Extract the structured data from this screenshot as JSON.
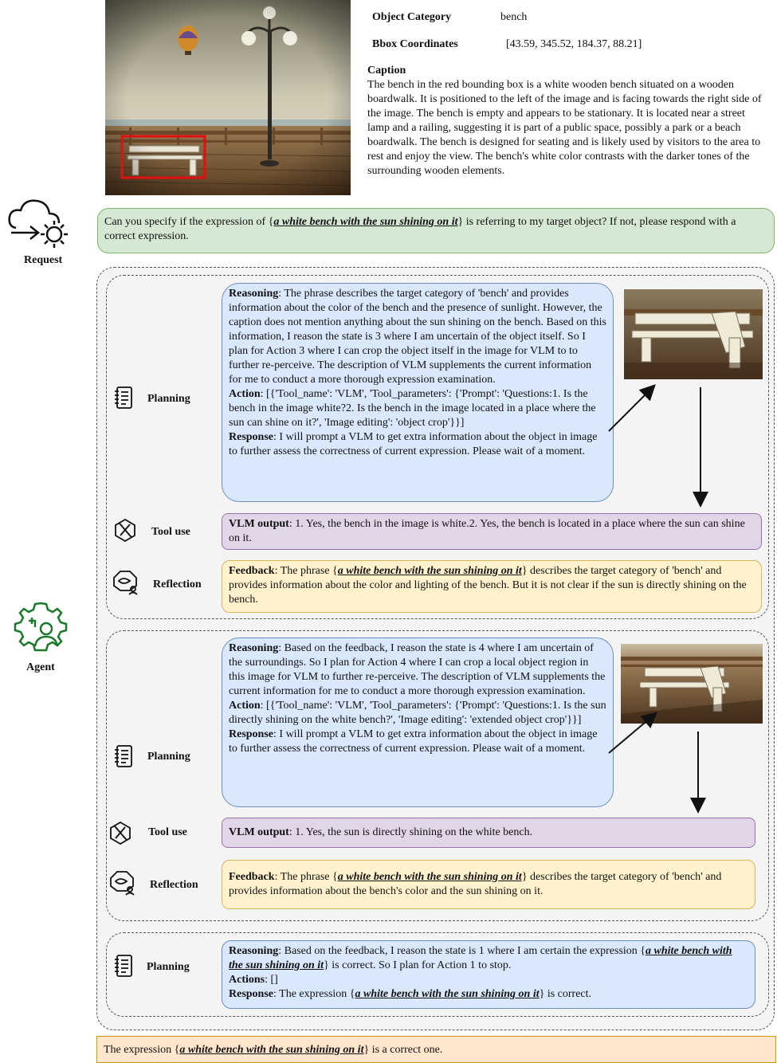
{
  "header": {
    "object_category_label": "Object Category",
    "object_category_value": "bench",
    "bbox_label": "Bbox Coordinates",
    "bbox_value": "[43.59, 345.52, 184.37, 88.21]",
    "caption_label": "Caption",
    "caption_text": "The bench in the red bounding box is a white wooden bench situated on a wooden boardwalk. It is positioned to the left of the image and is facing towards the right side of the image. The bench is empty and appears to be stationary. It is located near a street lamp and a railing, suggesting it is part of a public space, possibly a park or a beach boardwalk. The bench is designed for seating and is likely used by visitors to the area to rest and enjoy the view. The bench's white color contrasts with the darker tones of the surrounding wooden elements."
  },
  "request": {
    "label": "Request",
    "text_before": "Can you specify if the expression of {",
    "expression": "a white bench with the sun shining on it",
    "text_after": "} is referring to my target object? If not, please respond with a correct expression."
  },
  "agent": {
    "label": "Agent"
  },
  "round1": {
    "planning_label": "Planning",
    "tool_label": "Tool use",
    "reflection_label": "Reflection",
    "reasoning_key": "Reasoning",
    "reasoning": ": The phrase describes the target category of 'bench' and provides information about the color of the bench and the presence of sunlight. However, the caption does not mention anything about the sun shining on the bench. Based on this information, I reason the state is 3 where I am uncertain of the object itself. So I plan for Action 3 where I can crop the object itself in the image for VLM to to further re-perceive. The description of VLM supplements the current information for me to conduct a more thorough expression examination.",
    "action_key": "Action",
    "action": ": [{'Tool_name': 'VLM', 'Tool_parameters': {'Prompt': 'Questions:1. Is the bench in the image white?2. Is the bench in the image located in a place where the sun can shine on it?', 'Image editing': 'object crop'}}]",
    "response_key": "Response",
    "response": ": I will prompt a VLM to get extra information about the object in image to further assess the correctness of current expression. Please wait of a moment.",
    "vlm_key": "VLM output",
    "vlm": ": 1. Yes, the bench in the image is white.2. Yes, the bench is located in a place where the sun can shine on it.",
    "feedback_key": "Feedback",
    "feedback_before": ": The phrase {",
    "feedback_expr": "a white bench with the sun shining on it",
    "feedback_after": "} describes the target category of 'bench' and provides information about the color and lighting of the bench. But it is not clear if the sun is directly shining on the bench."
  },
  "round2": {
    "planning_label": "Planning",
    "tool_label": "Tool use",
    "reflection_label": "Reflection",
    "reasoning_key": "Reasoning",
    "reasoning": ": Based on the feedback, I reason the state is 4 where I am uncertain of the surroundings. So I plan for Action 4 where I can crop a local object region in this image for VLM to further re-perceive. The description of VLM supplements the current information for me to conduct a more thorough expression examination.",
    "action_key": "Action",
    "action": ": [{'Tool_name': 'VLM', 'Tool_parameters': {'Prompt': 'Questions:1. Is the sun directly shining on the white bench?', 'Image editing': 'extended object crop'}}]",
    "response_key": "Response",
    "response": ": I will prompt a VLM to get extra information about the object in image to further assess the correctness of current expression. Please wait of a moment.",
    "vlm_key": "VLM output",
    "vlm": ": 1. Yes, the sun is directly shining on the white bench.",
    "feedback_key": "Feedback",
    "feedback_before": ": The phrase {",
    "feedback_expr": "a white bench with the sun shining on it",
    "feedback_after": "} describes the target category of 'bench' and provides information about the bench's color and the sun shining on it."
  },
  "round3": {
    "planning_label": "Planning",
    "reasoning_key": "Reasoning",
    "reasoning_before": ": Based on the feedback, I reason the state is 1 where I am certain the expression {",
    "reasoning_expr": "a white bench with the sun shining on it",
    "reasoning_after": "} is correct. So I plan for Action 1 to stop.",
    "actions_key": "Actions",
    "actions": ": []",
    "response_key": "Response",
    "response_before": ": The expression {",
    "response_expr": "a white bench with the sun shining on it",
    "response_after": "} is correct."
  },
  "final": {
    "text_before": "The expression {",
    "expression": "a white bench with the sun shining on it",
    "text_after": "} is a correct one."
  },
  "colors": {
    "blue_box": "#dae8fc",
    "purple_box": "#e1d5e7",
    "yellow_box": "#fff2cc",
    "green_box": "#d5e8d4",
    "orange_box": "#ffe6cc",
    "bbox_red": "#e01010"
  }
}
